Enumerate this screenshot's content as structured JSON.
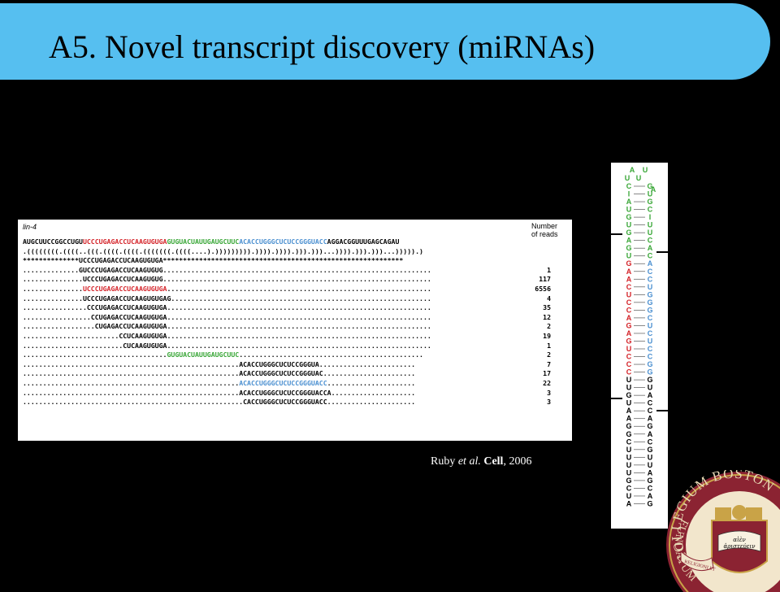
{
  "slide": {
    "title": "A5. Novel transcript discovery (miRNAs)"
  },
  "figure": {
    "gene_label": "lin-4",
    "count_header_line1": "Number",
    "count_header_line2": "of reads",
    "precursor": {
      "segments": [
        {
          "text": "AUGCUUCCGGCCUGU",
          "color": "#000000"
        },
        {
          "text": "UCCCUGAGACCUCAAGUGUGA",
          "color": "#d42127"
        },
        {
          "text": "GUGUACUAUUGAUGCUUC",
          "color": "#38a636"
        },
        {
          "text": "ACACCUGGGCUCUCCGGGUACC",
          "color": "#4a8fd0"
        },
        {
          "text": "AGGACGGUUUGAGCAGAU",
          "color": "#000000"
        }
      ]
    },
    "structure": ".((((((((.((((..(((.((((.((((.(((((((.((((....).))))))))).)))).)))).))).)))...)))).))).)))...))))).)",
    "mask": "**************UCCCUGAGACCUCAAGUGUGA************************************************************",
    "reads": [
      {
        "pre": "..............",
        "seq": "GUCCCUGAGACCUCAAGUGUG",
        "post": "...................................................................",
        "style": "black",
        "count": "1"
      },
      {
        "pre": "...............",
        "seq": "UCCCUGAGACCUCAAGUGUG",
        "post": "...................................................................",
        "style": "black",
        "count": "117"
      },
      {
        "pre": "...............",
        "seq": "UCCCUGAGACCUCAAGUGUGA",
        "post": "..................................................................",
        "style": "red",
        "count": "6556"
      },
      {
        "pre": "...............",
        "seq": "UCCCUGAGACCUCAAGUGUGAG",
        "post": ".................................................................",
        "style": "black",
        "count": "4"
      },
      {
        "pre": "................",
        "seq": "CCCUGAGACCUCAAGUGUGA",
        "post": "..................................................................",
        "style": "black",
        "count": "35"
      },
      {
        "pre": ".................",
        "seq": "CCUGAGACCUCAAGUGUGA",
        "post": "..................................................................",
        "style": "black",
        "count": "12"
      },
      {
        "pre": "..................",
        "seq": "CUGAGACCUCAAGUGUGA",
        "post": "..................................................................",
        "style": "black",
        "count": "2"
      },
      {
        "pre": "........................",
        "seq": "CCUCAAGUGUGA",
        "post": "..................................................................",
        "style": "black",
        "count": "19"
      },
      {
        "pre": ".........................",
        "seq": "CUCAAGUGUGA",
        "post": "..................................................................",
        "style": "black",
        "count": "1"
      },
      {
        "pre": "....................................",
        "seq": "GUGUACUAUUGAUGCUUC",
        "post": "..............................................",
        "style": "green",
        "count": "2"
      },
      {
        "pre": "......................................................",
        "seq": "ACACCUGGGCUCUCCGGGUA",
        "post": "........................",
        "style": "black",
        "count": "7"
      },
      {
        "pre": "......................................................",
        "seq": "ACACCUGGGCUCUCCGGGUAC",
        "post": ".......................",
        "style": "black",
        "count": "17"
      },
      {
        "pre": "......................................................",
        "seq": "ACACCUGGGCUCUCCGGGUACC",
        "post": "......................",
        "style": "blue",
        "count": "22"
      },
      {
        "pre": "......................................................",
        "seq": "ACACCUGGGCUCUCCGGGUACCA",
        "post": ".....................",
        "style": "black",
        "count": "3"
      },
      {
        "pre": ".......................................................",
        "seq": "CACCUGGGCUCUCCGGGUACC",
        "post": "......................",
        "style": "black",
        "count": "3"
      }
    ]
  },
  "citation": {
    "author": "Ruby ",
    "etal": "et al.",
    "journal": "Cell",
    "year": ", 2006"
  },
  "hairpin": {
    "loop_top": [
      "A",
      "U"
    ],
    "loop_side": [
      "U",
      "U",
      "A"
    ],
    "left_strand": [
      "C",
      "I",
      "A",
      "U",
      "G",
      "U",
      "G",
      "A",
      "G",
      "U",
      "G",
      "A",
      "A",
      "C",
      "U",
      "C",
      "C",
      "A",
      "G",
      "A",
      "G",
      "U",
      "C",
      "C",
      "C",
      "U",
      "U",
      "G",
      "U",
      "A",
      "A",
      "G",
      "G",
      "C",
      "U",
      "U",
      "U",
      "U",
      "G",
      "C",
      "U",
      "A"
    ],
    "right_strand": [
      "G",
      "U",
      "G",
      "C",
      "I",
      "U",
      "U",
      "C",
      "A",
      "C",
      "A",
      "C",
      "C",
      "U",
      "G",
      "G",
      "G",
      "C",
      "U",
      "C",
      "U",
      "C",
      "C",
      "G",
      "G",
      "G",
      "U",
      "A",
      "C",
      "C",
      "A",
      "G",
      "A",
      "C",
      "G",
      "U",
      "U",
      "A",
      "G",
      "C",
      "A",
      "G"
    ],
    "colors": {
      "red": "#d42127",
      "green": "#38a636",
      "blue": "#4a8fd0"
    }
  },
  "seal": {
    "motto_top": "COLLEGIUM BOSTON",
    "motto_left": "FUNDATUM",
    "banner": "RELIGIONI ET",
    "greek": "αἰὲν ἀριστεύειν",
    "colors": {
      "maroon": "#8b2332",
      "gold": "#c9a347"
    }
  }
}
